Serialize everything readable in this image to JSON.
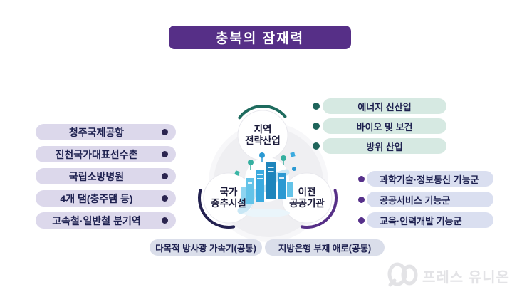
{
  "title_banner": {
    "label": "충북의 잠재력",
    "bg_color": "#562F87",
    "text_color": "#FFFFFF"
  },
  "center_diagram": {
    "nodes": [
      {
        "lines": [
          "지역",
          "전략산업"
        ],
        "arc_color": "#1E6B5E"
      },
      {
        "lines": [
          "국가",
          "중추시설"
        ],
        "arc_color": "#232150"
      },
      {
        "lines": [
          "이전",
          "공공기관"
        ],
        "arc_color": "#562F87"
      }
    ],
    "illustration": "isometric-smart-city"
  },
  "left_pills": {
    "items": [
      "청주국제공항",
      "진천국가대표선수촌",
      "국립소방병원",
      "4개 댐(충주댐 등)",
      "고속철·일반철 분기역"
    ],
    "pill_color": "#DCD8EB",
    "dot_color": "#2B2550",
    "text_color": "#1E2150"
  },
  "right_top_pills": {
    "items": [
      "에너지 신산업",
      "바이오 및 보건",
      "방위 산업"
    ],
    "pill_color": "#D6E9E2",
    "dot_color": "#1F655B",
    "text_color": "#1E2150"
  },
  "right_bottom_pills": {
    "items": [
      "과학기술·정보통신 기능군",
      "공공서비스 기능군",
      "교육·인력개발 기능군"
    ],
    "pill_color": "#DADFF0",
    "dot_color": "#56308A",
    "text_color": "#1E2150"
  },
  "bottom_pills": {
    "items": [
      "다목적 방사광 가속기(공통)",
      "지방은행 부재 애로(공통)"
    ],
    "pill_color": "#DADEEA",
    "text_color": "#1E2150"
  },
  "watermark": {
    "label": "프레스 유니온",
    "color": "#E3E3E6"
  }
}
